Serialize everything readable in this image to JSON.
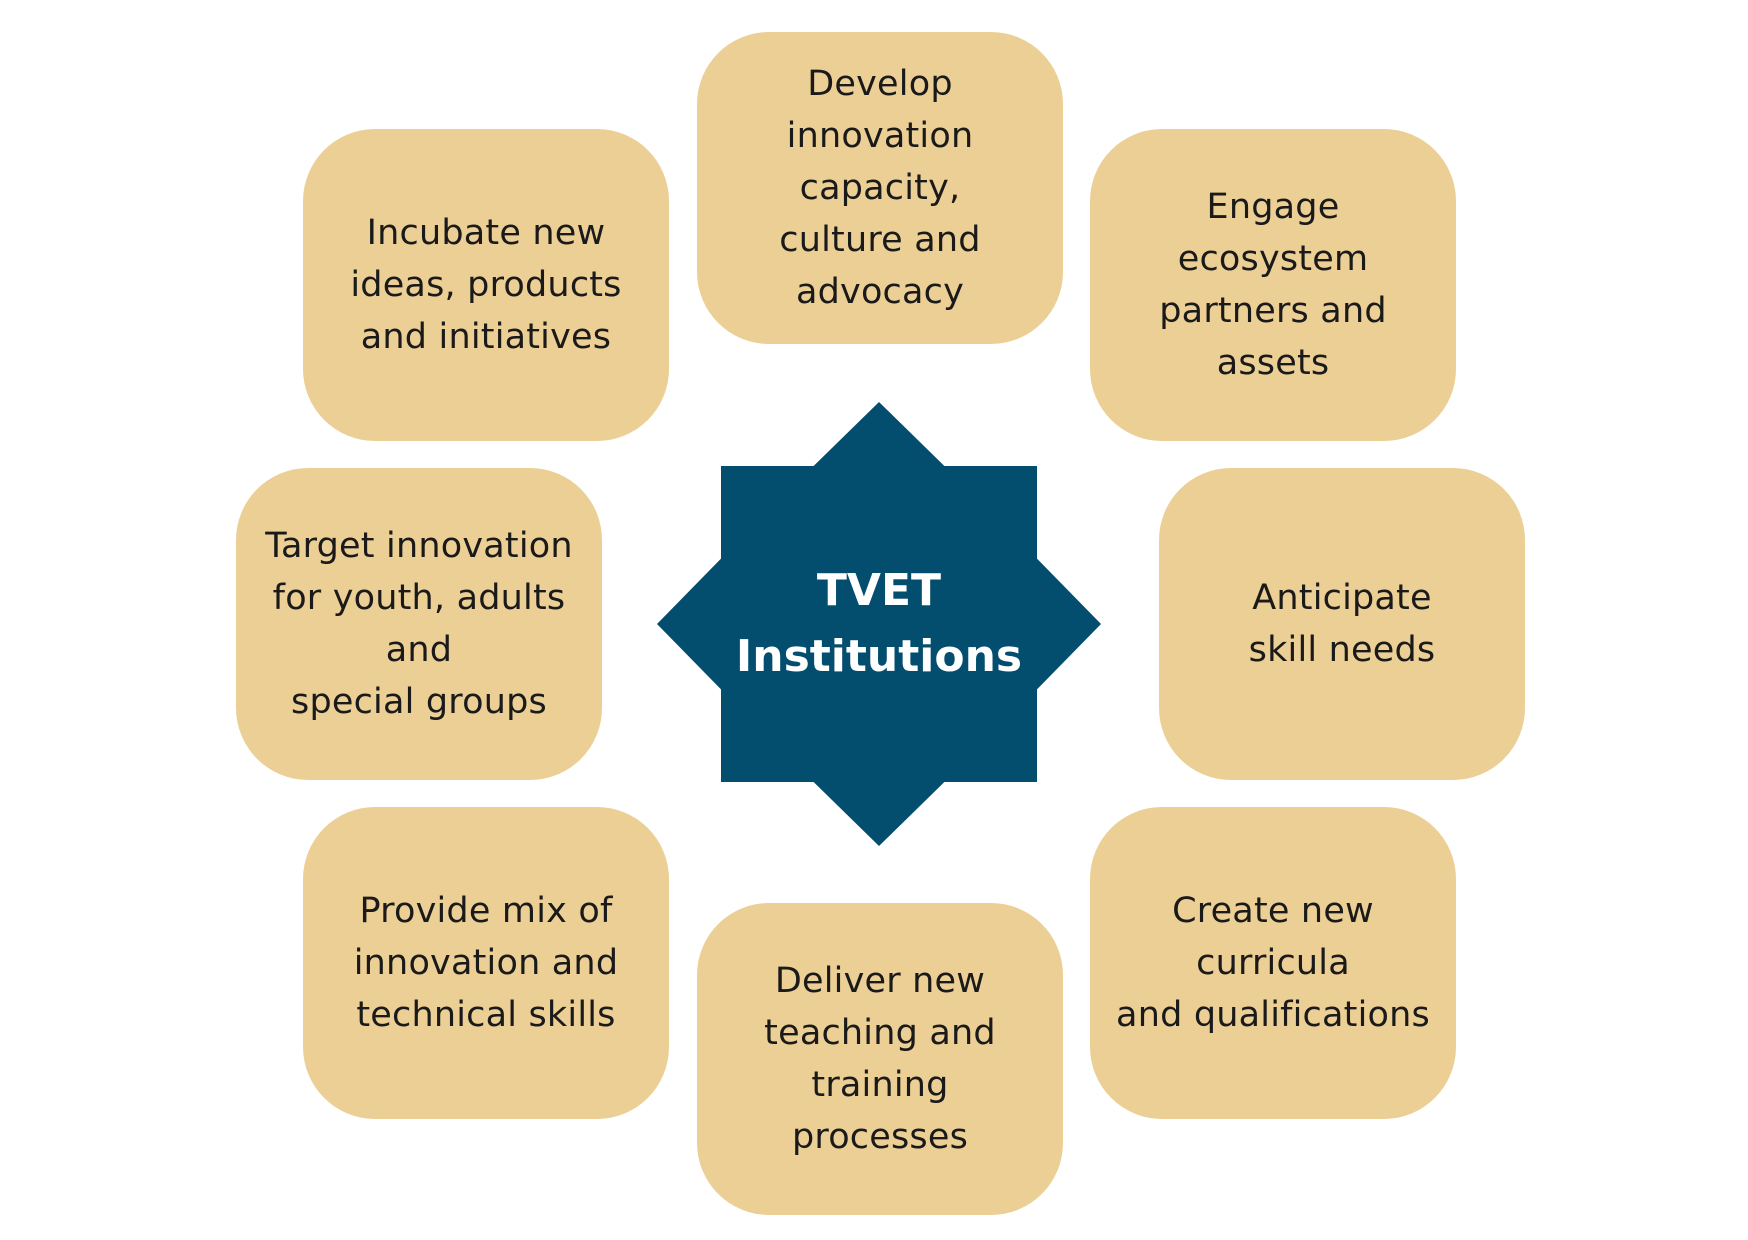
{
  "colors": {
    "box_fill": "#eccf95",
    "center_fill": "#034e6f",
    "center_text": "#ffffff",
    "box_text": "#1a1a1a"
  },
  "center": {
    "label": "TVET\nInstitutions"
  },
  "items": [
    {
      "position": "top",
      "label": "Develop\ninnovation capacity,\nculture and\nadvocacy"
    },
    {
      "position": "top-right",
      "label": "Engage\necosystem\npartners and\nassets"
    },
    {
      "position": "right",
      "label": "Anticipate\nskill needs"
    },
    {
      "position": "bottom-right",
      "label": "Create new curricula\nand qualifications"
    },
    {
      "position": "bottom",
      "label": "Deliver new\nteaching and\ntraining\nprocesses"
    },
    {
      "position": "bottom-left",
      "label": "Provide mix of\ninnovation and\ntechnical skills"
    },
    {
      "position": "left",
      "label": "Target innovation\nfor youth, adults and\nspecial groups"
    },
    {
      "position": "top-left",
      "label": "Incubate new\nideas, products\nand initiatives"
    }
  ]
}
